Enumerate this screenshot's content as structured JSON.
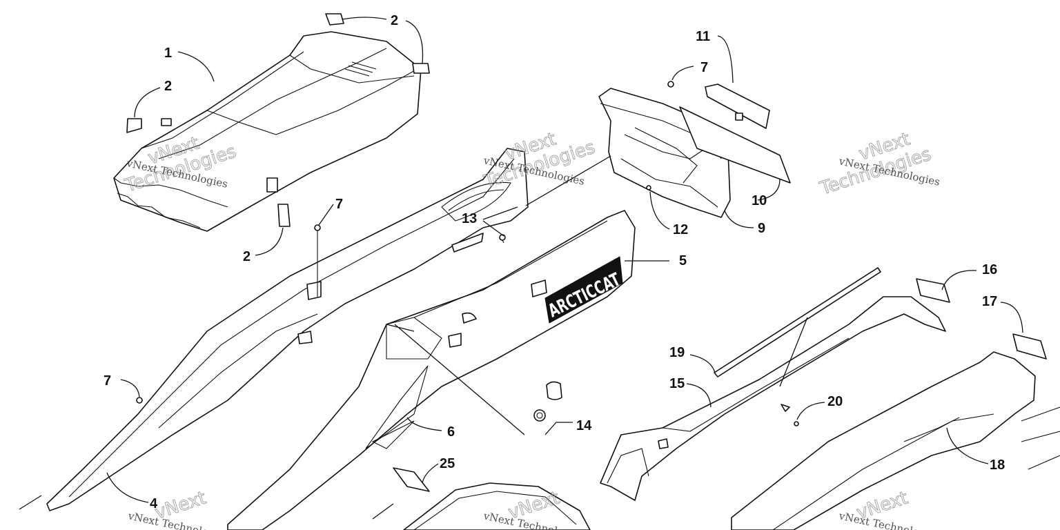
{
  "callouts": {
    "c1": "1",
    "c2a": "2",
    "c2b": "2",
    "c2c": "2",
    "c4": "4",
    "c5": "5",
    "c6": "6",
    "c7a": "7",
    "c7b": "7",
    "c7c": "7",
    "c9": "9",
    "c10": "10",
    "c11": "11",
    "c12": "12",
    "c13": "13",
    "c14": "14",
    "c15": "15",
    "c16": "16",
    "c17": "17",
    "c18": "18",
    "c19": "19",
    "c20": "20",
    "c25": "25"
  },
  "watermark": {
    "line1": "vNext",
    "line2": "Technologies",
    "small": "vNext Technologies"
  },
  "logo": {
    "text": "ARCTICCAT"
  }
}
